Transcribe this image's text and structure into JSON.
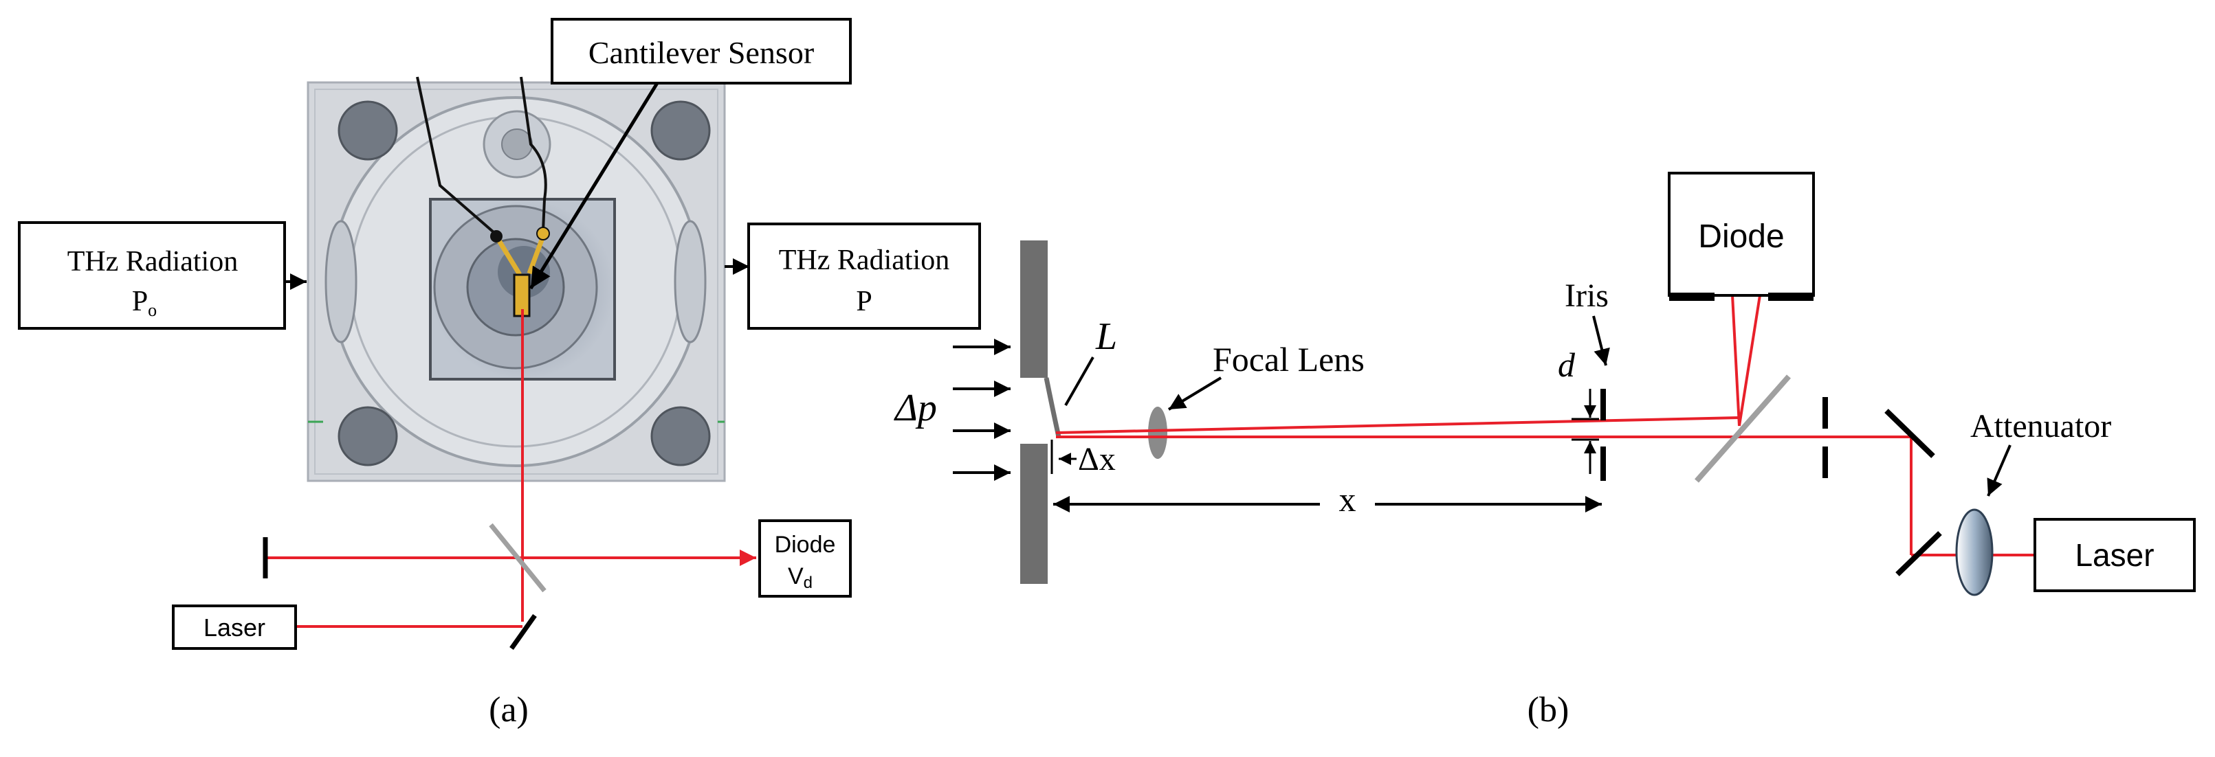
{
  "panel_a": {
    "caption": "(a)",
    "cantilever_sensor_label": "Cantilever Sensor",
    "thz_in_label": "THz Radiation",
    "thz_in_sub": "P",
    "thz_in_sub_index": "o",
    "thz_out_label": "THz Radiation",
    "thz_out_sub": "P",
    "diode_label": "Diode",
    "diode_sub": "V",
    "diode_sub_index": "d",
    "laser_label": "Laser"
  },
  "panel_b": {
    "caption": "(b)",
    "delta_p_label": "Δp",
    "L_label": "L",
    "delta_x_label": "Δx",
    "focal_lens_label": "Focal Lens",
    "x_label": "x",
    "iris_label": "Iris",
    "d_label": "d",
    "diode_label": "Diode",
    "attenuator_label": "Attenuator",
    "laser_label": "Laser"
  },
  "colors": {
    "beam": "#e8202a",
    "cantilever_trace": "#e0b030",
    "housing": "#d4d7dc",
    "mirror": "#a0a0a0"
  }
}
